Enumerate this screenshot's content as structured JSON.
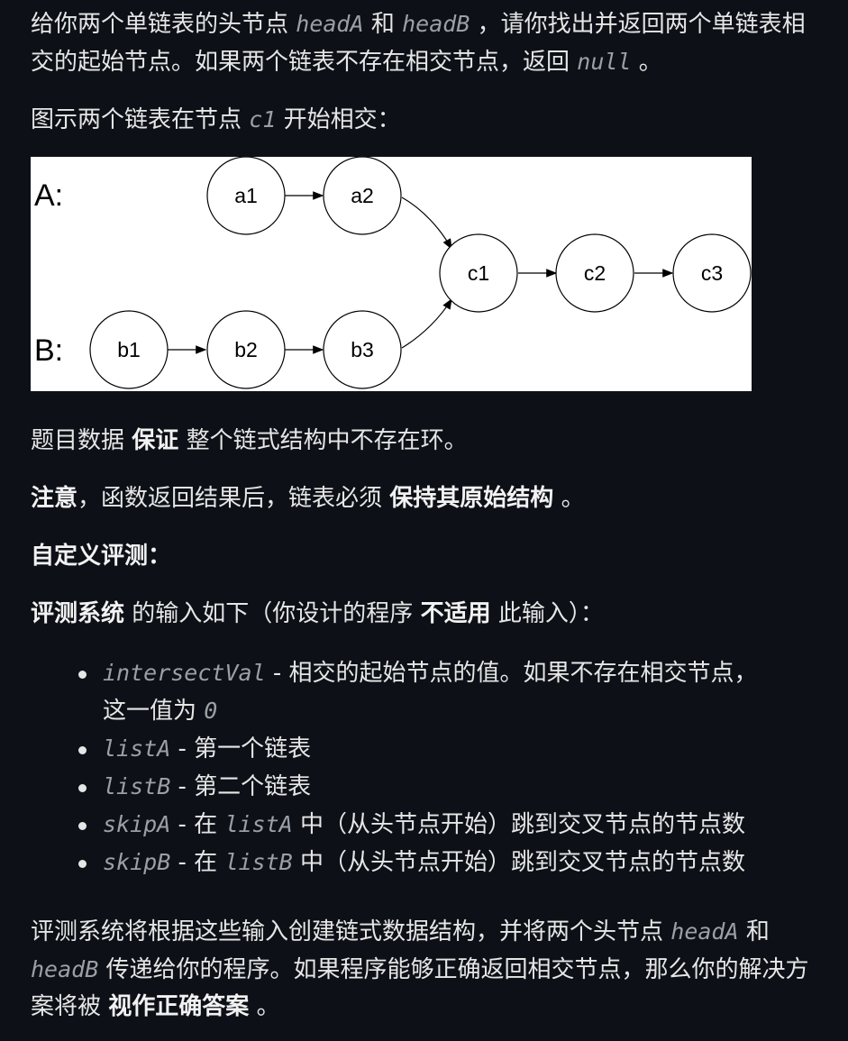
{
  "intro": {
    "t1": "给你两个单链表的头节点",
    "headA": "headA",
    "and": "和",
    "headB": "headB",
    "t2": "，请你找出并返回两个单链表相交的起始节点。如果两个链表不存在相交节点，返回",
    "null": "null",
    "end": "。"
  },
  "figure_caption": {
    "t1": "图示两个链表在节点",
    "c1": "c1",
    "t2": "开始相交："
  },
  "diagram": {
    "label_a": "A:",
    "label_b": "B:",
    "nodes": [
      "a1",
      "a2",
      "b1",
      "b2",
      "b3",
      "c1",
      "c2",
      "c3"
    ]
  },
  "guarantee": {
    "t1": "题目数据",
    "bold": "保证",
    "t2": "整个链式结构中不存在环。"
  },
  "note": {
    "bold1": "注意",
    "t1": "，函数返回结果后，链表必须",
    "bold2": "保持其原始结构",
    "end": "。"
  },
  "custom_heading": "自定义评测：",
  "judge_intro": {
    "bold1": "评测系统",
    "t1": "的输入如下（你设计的程序",
    "bold2": "不适用",
    "t2": "此输入）："
  },
  "inputs": [
    {
      "code": "intersectVal",
      "desc": " - 相交的起始节点的值。如果不存在相交节点，",
      "cont": "这一值为",
      "cont_code": "0"
    },
    {
      "code": "listA",
      "desc": " - 第一个链表"
    },
    {
      "code": "listB",
      "desc": " - 第二个链表"
    },
    {
      "code": "skipA",
      "desc1": " - 在",
      "code2": "listA",
      "desc2": "中（从头节点开始）跳到交叉节点的节点数"
    },
    {
      "code": "skipB",
      "desc1": " - 在",
      "code2": "listB",
      "desc2": "中（从头节点开始）跳到交叉节点的节点数"
    }
  ],
  "closing": {
    "t1": "评测系统将根据这些输入创建链式数据结构，并将两个头节点",
    "headA": "headA",
    "and": "和",
    "headB": "headB",
    "t2": "传递给你的程序。如果程序能够正确返回相交节点，那么你的解决方案将被",
    "bold": "视作正确答案",
    "end": "。"
  }
}
